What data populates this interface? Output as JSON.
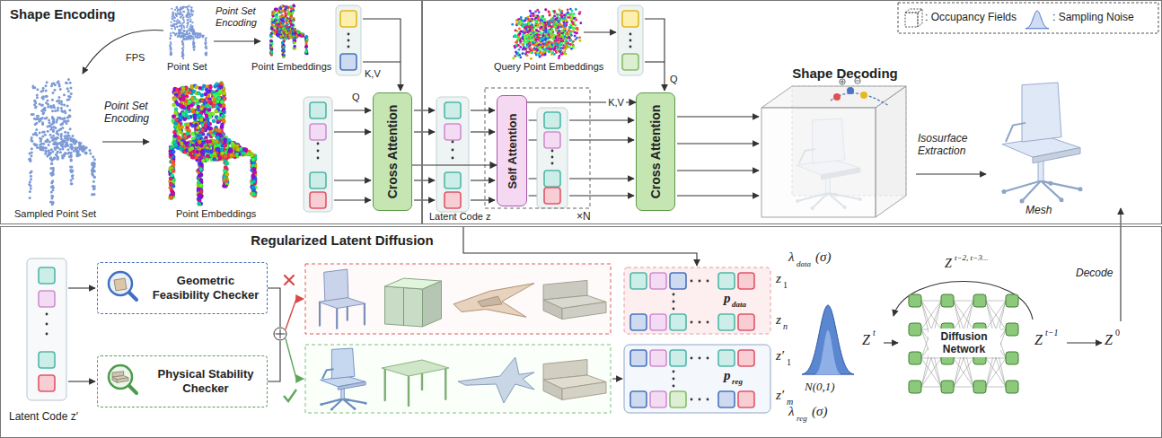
{
  "diagram": {
    "nodes": [
      {
        "text": [
          "Shape Encoding"
        ]
      },
      {
        "text": [
          "Cross Attention"
        ],
        "in": 0
      },
      {
        "text": [
          "Shape Decoding"
        ]
      },
      {
        "text": [
          "Self Attention"
        ],
        "in": 2
      },
      {
        "text": [
          "Cross Attention"
        ],
        "in": 2
      },
      {
        "text": [
          "Regularized Latent Diffusion"
        ]
      },
      {
        "text": [
          "Geometric Feasibility Checker"
        ],
        "in": 5
      },
      {
        "text": [
          "Physical Stability Checker"
        ],
        "in": 5
      },
      {
        "text": [
          "Diffusion Network"
        ],
        "in": 5
      }
    ],
    "edges": [
      {
        "from": 1,
        "to": 3,
        "arrow": "to"
      },
      {
        "from": 3,
        "to": 4,
        "label": "K,V",
        "arrow": "to"
      }
    ],
    "labels": [
      "FPS",
      "Point Set",
      "Point Set Encoding",
      "Point Embeddings",
      "K,V",
      "Sampled Point Set",
      "Point Set Encoding",
      "Point Embeddings",
      "Q",
      "Latent Code z",
      "Query Point Embeddings",
      "Q",
      "×N",
      "Isosurface Extraction",
      "Mesh",
      "Latent Code z′",
      "z",
      "1",
      "p",
      "data",
      "z",
      "n",
      "z′",
      "1",
      "p",
      "reg",
      "z′",
      "m",
      "λ",
      "data",
      "(σ)",
      "λ",
      "reg",
      "(σ)",
      "N(0,1)",
      "Z",
      "t",
      "Z",
      "t−1",
      "Z",
      "0",
      "Z",
      "t−2, t−3...",
      "Decode"
    ],
    "legend": [
      {
        "text": ": Occupancy Fields"
      },
      {
        "text": ": Sampling Noise"
      }
    ]
  }
}
